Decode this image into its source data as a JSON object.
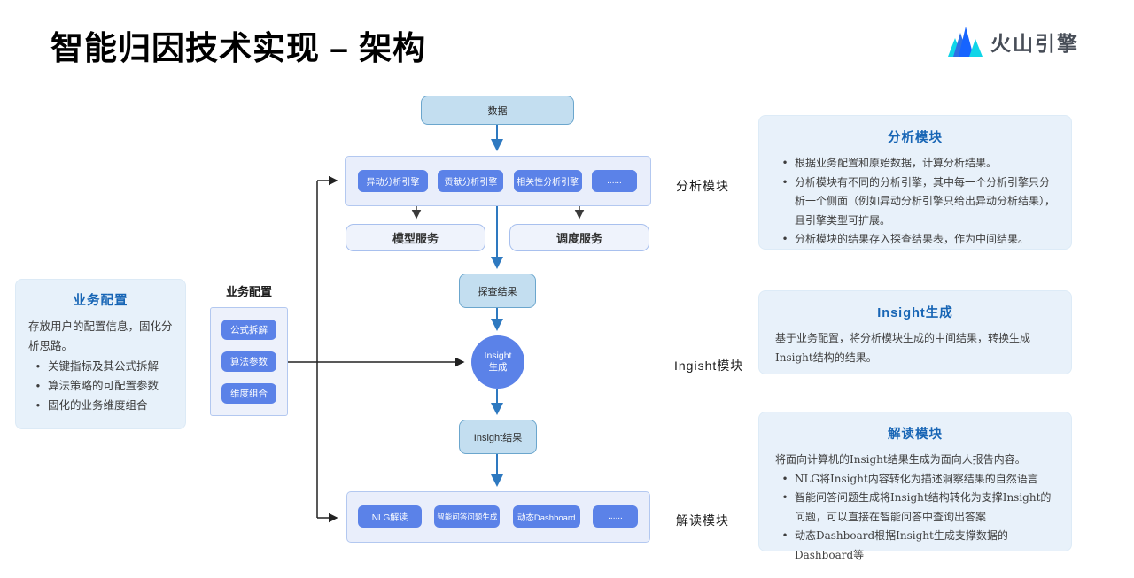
{
  "page": {
    "title": "智能归因技术实现 – 架构"
  },
  "logo": {
    "text": "火山引擎"
  },
  "flow": {
    "data_box": "数据",
    "analysis_engines": [
      "异动分析引擎",
      "贡献分析引擎",
      "相关性分析引擎",
      "......"
    ],
    "model_service": "模型服务",
    "schedule_service": "调度服务",
    "explore_result": "探查结果",
    "insight_circle": {
      "line1": "Insight",
      "line2": "生成"
    },
    "insight_result": "Insight结果",
    "interpret_items": [
      "NLG解读",
      "智能问答问题生成",
      "动态Dashboard",
      "......"
    ]
  },
  "side_labels": {
    "analysis": "分析模块",
    "insight": "Ingisht模块",
    "interpret": "解读模块"
  },
  "business_config_panel": {
    "title": "业务配置",
    "intro": "存放用户的配置信息，固化分析思路。",
    "bullets": [
      "关键指标及其公式拆解",
      "算法策略的可配置参数",
      "固化的业务维度组合"
    ]
  },
  "business_config_box": {
    "label": "业务配置",
    "buttons": [
      "公式拆解",
      "算法参数",
      "维度组合"
    ]
  },
  "panels": [
    {
      "title": "分析模块",
      "bullets": [
        "根据业务配置和原始数据，计算分析结果。",
        "分析模块有不同的分析引擎，其中每一个分析引擎只分析一个侧面（例如异动分析引擎只给出异动分析结果），且引擎类型可扩展。",
        "分析模块的结果存入探查结果表，作为中间结果。"
      ]
    },
    {
      "title": "Insight生成",
      "body": "基于业务配置，将分析模块生成的中间结果，转换生成Insight结构的结果。"
    },
    {
      "title": "解读模块",
      "intro": "将面向计算机的Insight结果生成为面向人报告内容。",
      "bullets": [
        "NLG将Insight内容转化为描述洞察结果的自然语言",
        "智能问答问题生成将Insight结构转化为支撑Insight的问题，可以直接在智能问答中查询出答案",
        "动态Dashboard根据Insight生成支撑数据的Dashboard等"
      ]
    }
  ],
  "bullet_char": "•",
  "colors": {
    "accent_blue": "#5B82E8",
    "light_blue_fill": "#C3DEF0",
    "light_blue_border": "#6BA6CD",
    "lavender_fill": "#E9EEFB",
    "lavender_border": "#B3C8F0",
    "panel_bg": "#E8F1FA",
    "panel_title_blue": "#1765B5",
    "arrow_blue": "#2E79C0",
    "logo_cyan": "#10D5E8",
    "logo_blue": "#1664FF",
    "logo_text_gray": "#474D57"
  }
}
